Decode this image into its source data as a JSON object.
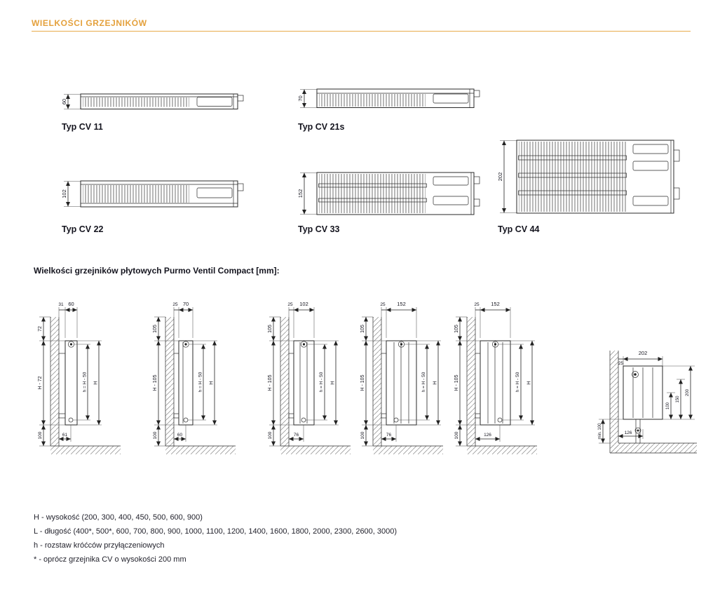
{
  "header": {
    "title": "WIELKOŚCI GRZEJNIKÓW"
  },
  "colors": {
    "accent": "#E4A13D"
  },
  "types": [
    {
      "label": "Typ CV 11",
      "dim": "60"
    },
    {
      "label": "Typ CV 21s",
      "dim": "70"
    },
    {
      "label": "Typ CV 22",
      "dim": "102"
    },
    {
      "label": "Typ CV 33",
      "dim": "152"
    },
    {
      "label": "Typ CV 44",
      "dim": "202"
    }
  ],
  "section": {
    "title": "Wielkości grzejników płytowych Purmo Ventil Compact [mm]:"
  },
  "side_views": [
    {
      "top_width": "60",
      "wall_offset": "31",
      "top_drop": "72",
      "left_span": "H - 72",
      "floor_gap": "100",
      "conn_spacing": "h = H - 50",
      "total_height": "H",
      "depth": "61"
    },
    {
      "top_width": "70",
      "wall_offset": "25",
      "top_drop": "105",
      "left_span": "H - 105",
      "floor_gap": "100",
      "conn_spacing": "h = H - 50",
      "total_height": "H",
      "depth": "60"
    },
    {
      "top_width": "102",
      "wall_offset": "25",
      "top_drop": "105",
      "left_span": "H - 105",
      "floor_gap": "100",
      "conn_spacing": "h = H - 50",
      "total_height": "H",
      "depth": "76"
    },
    {
      "top_width": "152",
      "wall_offset": "25",
      "top_drop": "105",
      "left_span": "H - 105",
      "floor_gap": "100",
      "conn_spacing": "h = H - 50",
      "total_height": "H",
      "depth": "76"
    },
    {
      "top_width": "152",
      "wall_offset": "25",
      "top_drop": "105",
      "left_span": "H - 105",
      "floor_gap": "100",
      "conn_spacing": "h = H - 50",
      "total_height": "H",
      "depth": "126"
    }
  ],
  "corner": {
    "top_width": "202",
    "wall_offset": "25",
    "outer_height": "200",
    "mid_height": "150",
    "inner_height": "100",
    "floor_clearance": "min. 100",
    "depth": "126"
  },
  "legend": {
    "line1": "H - wysokość (200, 300, 400, 450, 500, 600, 900)",
    "line2": "L - długość (400*, 500*, 600, 700, 800, 900, 1000, 1100, 1200, 1400, 1600, 1800, 2000, 2300, 2600, 3000)",
    "line3": "h - rozstaw króćców przyłączeniowych",
    "line4": "* - oprócz grzejnika CV o wysokości 200 mm"
  }
}
